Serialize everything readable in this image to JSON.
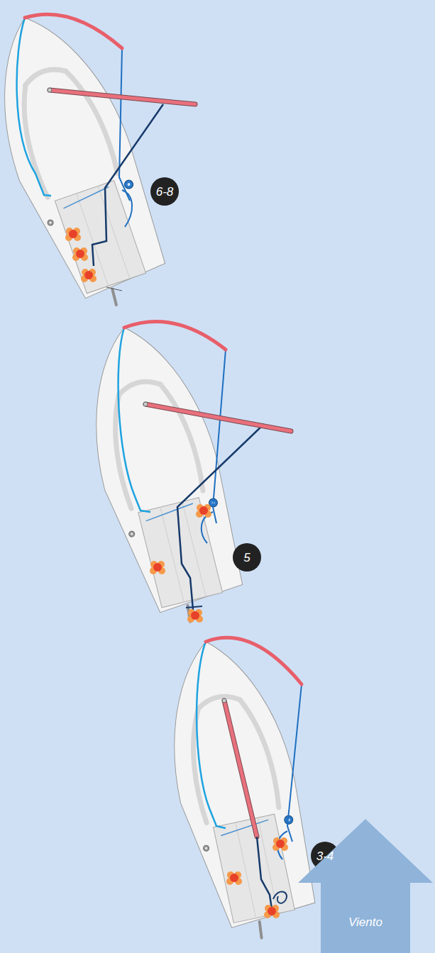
{
  "diagram": {
    "labels": [
      "6-8",
      "5",
      "3-4",
      "Viento"
    ]
  }
}
